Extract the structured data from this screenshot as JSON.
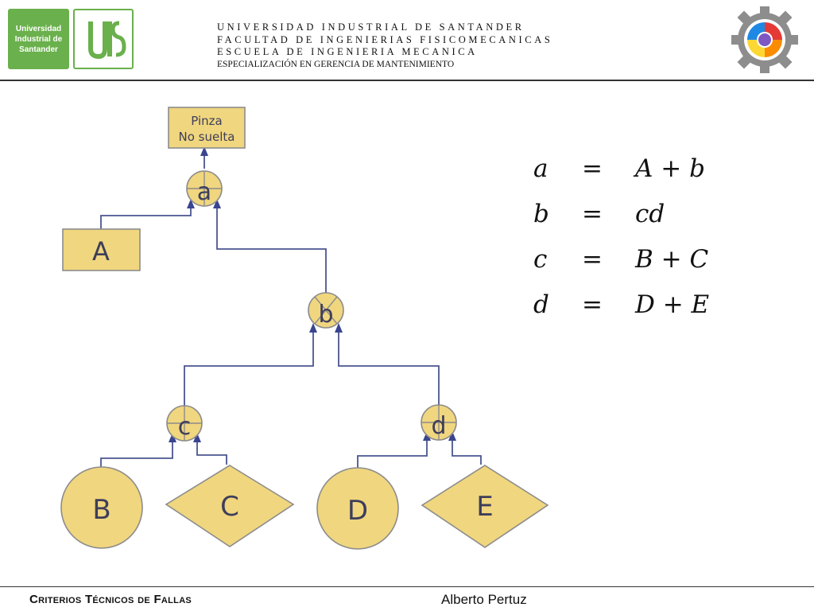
{
  "header": {
    "logo_uis_text": "Universidad Industrial de Santander",
    "lines": [
      "UNIVERSIDAD INDUSTRIAL DE SANTANDER",
      "FACULTAD DE INGENIERIAS FISICOMECANICAS",
      "ESCUELA DE INGENIERIA MECANICA",
      "ESPECIALIZACIÓN EN GERENCIA DE MANTENIMIENTO"
    ]
  },
  "tree": {
    "top_event": [
      "Pinza",
      "No suelta"
    ],
    "gates": {
      "a": "a",
      "b": "b",
      "c": "c",
      "d": "d"
    },
    "events": {
      "A": "A",
      "B": "B",
      "C": "C",
      "D": "D",
      "E": "E"
    }
  },
  "equations": [
    {
      "lhs": "a",
      "eq": "=",
      "rhs": "A + b"
    },
    {
      "lhs": "b",
      "eq": "=",
      "rhs": "cd"
    },
    {
      "lhs": "c",
      "eq": "=",
      "rhs": "B + C"
    },
    {
      "lhs": "d",
      "eq": "=",
      "rhs": "D + E"
    }
  ],
  "footer": {
    "title": "Criterios Técnicos de Fallas",
    "author": "Alberto Pertuz"
  },
  "colors": {
    "node_fill": "#f0d67e",
    "connector": "#4a5590",
    "brand_green": "#6ab04c"
  }
}
